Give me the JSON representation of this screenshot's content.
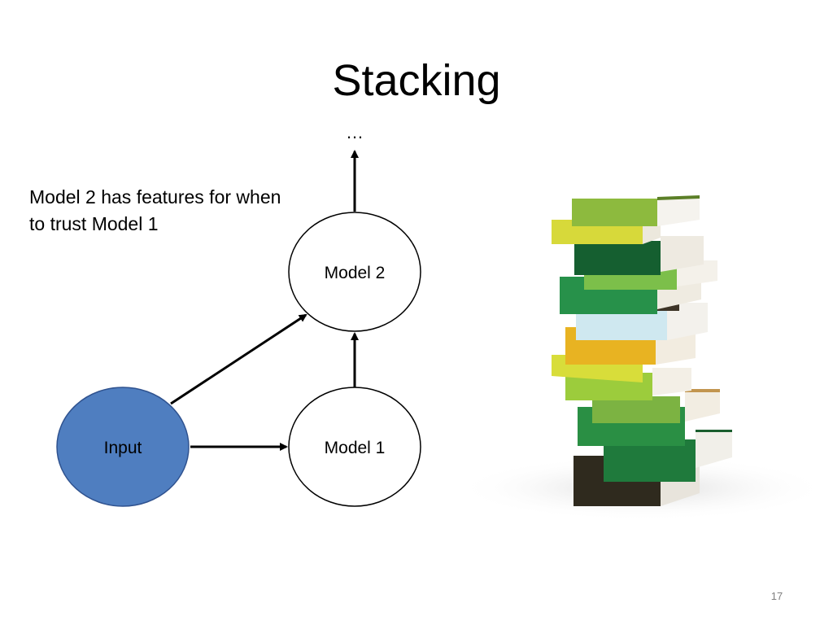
{
  "slide": {
    "title": "Stacking",
    "note": "Model 2 has features for when to trust Model 1",
    "page_number": "17"
  },
  "diagram": {
    "nodes": {
      "input": "Input",
      "model1": "Model 1",
      "model2": "Model 2"
    },
    "continuation": "…",
    "edges": [
      {
        "from": "Input",
        "to": "Model 1"
      },
      {
        "from": "Input",
        "to": "Model 2"
      },
      {
        "from": "Model 1",
        "to": "Model 2"
      },
      {
        "from": "Model 2",
        "to": "…"
      }
    ]
  },
  "colors": {
    "input_fill": "#4F7EC0",
    "node_fill": "#FFFFFF",
    "edge": "#000000"
  },
  "image": {
    "subject": "stack-of-books-illustration"
  }
}
